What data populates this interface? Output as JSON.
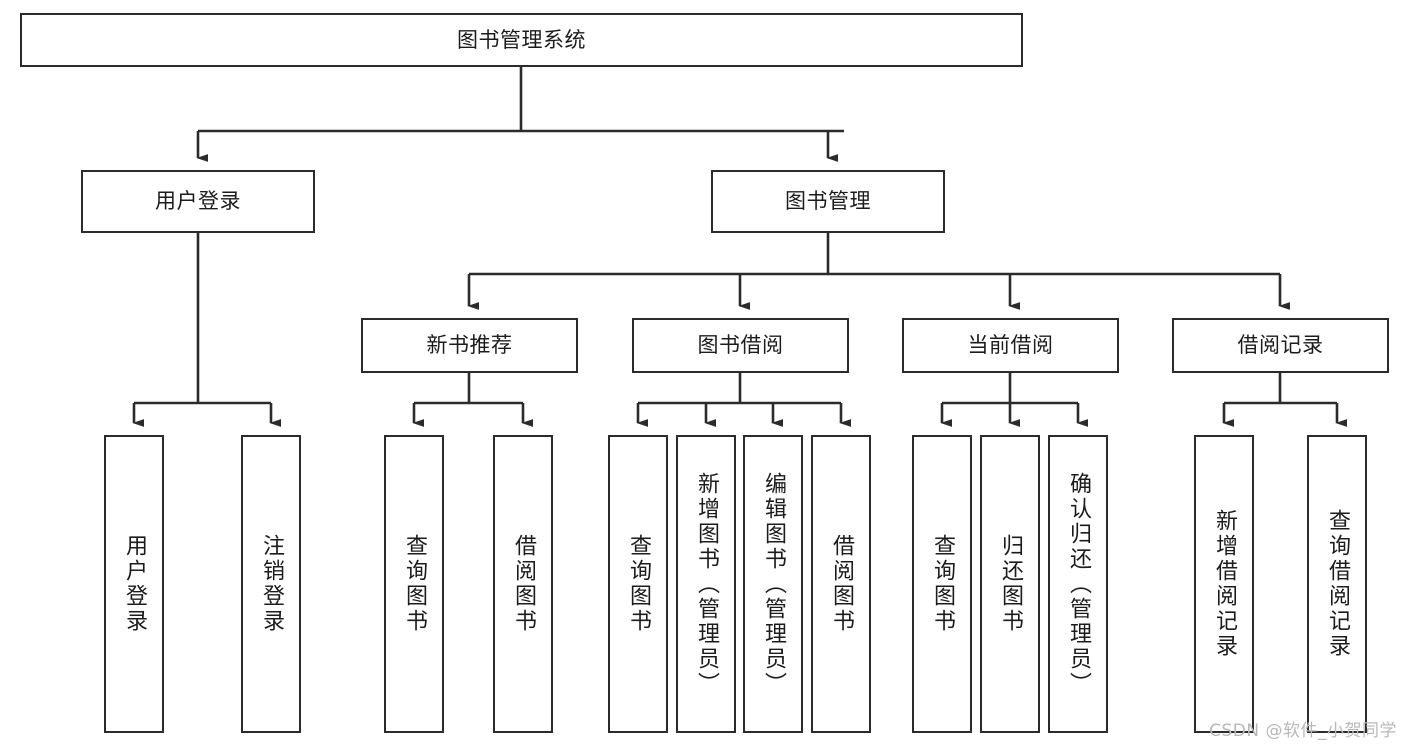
{
  "diagram": {
    "title": "图书管理系统",
    "type": "hierarchy-tree",
    "colors": {
      "background": "#ffffff",
      "border": "#2b2b2b",
      "text": "#1c1c1c",
      "connector": "#2b2b2b",
      "watermark": "#b9b9b9"
    },
    "watermark": "CSDN @软件_小贺同学",
    "nodes": {
      "root": {
        "label": "图书管理系统",
        "orientation": "horizontal"
      },
      "level2": [
        {
          "label": "用户登录",
          "orientation": "horizontal"
        },
        {
          "label": "图书管理",
          "orientation": "horizontal"
        }
      ],
      "level3": [
        {
          "label": "新书推荐",
          "orientation": "horizontal"
        },
        {
          "label": "图书借阅",
          "orientation": "horizontal"
        },
        {
          "label": "当前借阅",
          "orientation": "horizontal"
        },
        {
          "label": "借阅记录",
          "orientation": "horizontal"
        }
      ],
      "leaves": {
        "user_login": [
          {
            "label": "用户登录",
            "orientation": "vertical"
          },
          {
            "label": "注销登录",
            "orientation": "vertical"
          }
        ],
        "new_book_recommend": [
          {
            "label": "查询图书",
            "orientation": "vertical"
          },
          {
            "label": "借阅图书",
            "orientation": "vertical"
          }
        ],
        "book_borrow": [
          {
            "label": "查询图书",
            "orientation": "vertical"
          },
          {
            "label": "新增图书（管理员）",
            "orientation": "vertical"
          },
          {
            "label": "编辑图书（管理员）",
            "orientation": "vertical"
          },
          {
            "label": "借阅图书",
            "orientation": "vertical"
          }
        ],
        "current_borrow": [
          {
            "label": "查询图书",
            "orientation": "vertical"
          },
          {
            "label": "归还图书",
            "orientation": "vertical"
          },
          {
            "label": "确认归还（管理员）",
            "orientation": "vertical"
          }
        ],
        "borrow_record": [
          {
            "label": "新增借阅记录",
            "orientation": "vertical"
          },
          {
            "label": "查询借阅记录",
            "orientation": "vertical"
          }
        ]
      }
    }
  }
}
